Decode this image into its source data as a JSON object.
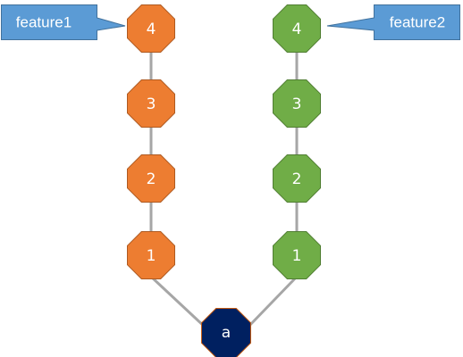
{
  "colors": {
    "feature1_fill": "#ed7d31",
    "feature1_stroke": "#ae5a21",
    "feature2_fill": "#70ad47",
    "feature2_stroke": "#507e32",
    "base_fill": "#002060",
    "base_stroke": "#c55a11",
    "callout_fill": "#5b9bd5",
    "callout_stroke": "#41719c",
    "edge": "#a6a6a6"
  },
  "branches": {
    "feature1": {
      "label": "feature1",
      "commits": [
        "4",
        "3",
        "2",
        "1"
      ]
    },
    "feature2": {
      "label": "feature2",
      "commits": [
        "4",
        "3",
        "2",
        "1"
      ]
    }
  },
  "base": {
    "label": "a"
  }
}
